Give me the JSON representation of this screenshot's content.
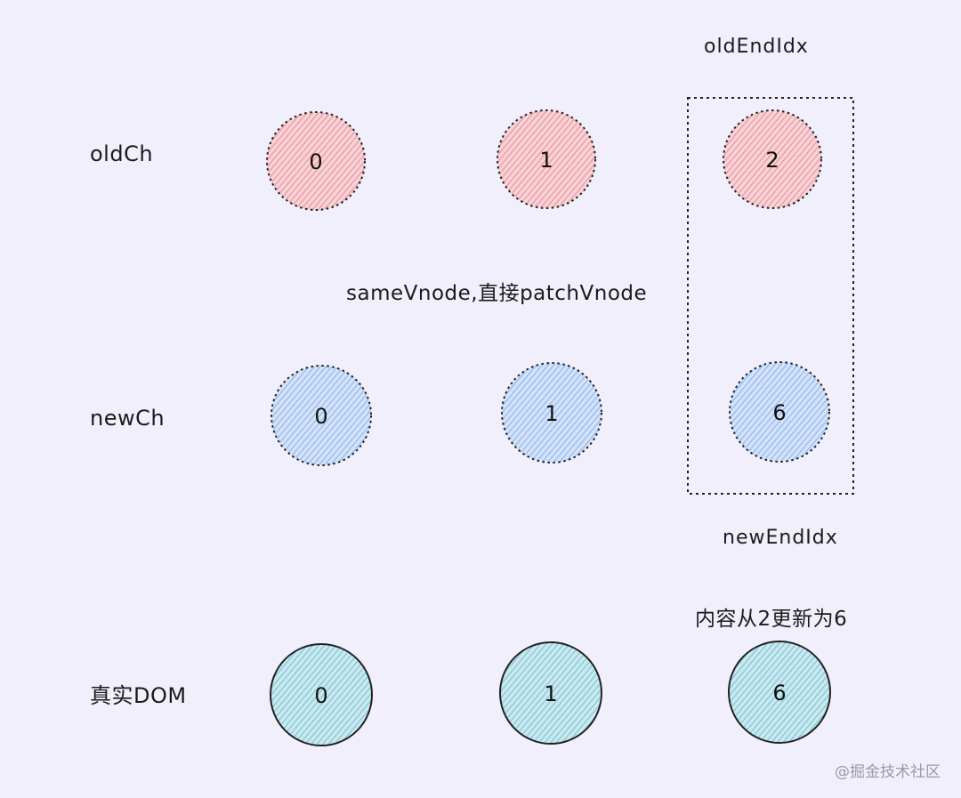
{
  "rows": [
    {
      "label": "oldCh",
      "nodes": [
        "0",
        "1",
        "2"
      ]
    },
    {
      "label": "newCh",
      "nodes": [
        "0",
        "1",
        "6"
      ]
    },
    {
      "label": "真实DOM",
      "nodes": [
        "0",
        "1",
        "6"
      ]
    }
  ],
  "pointers": {
    "old_end": "oldEndIdx",
    "new_end": "newEndIdx"
  },
  "annotations": {
    "same_vnode": "sameVnode,直接patchVnode",
    "update": "内容从2更新为6"
  },
  "watermark": "@掘金技术社区",
  "colors": {
    "background": "#f1effb",
    "old": "#ec8e96",
    "new": "#8db4ec",
    "dom": "#76c3d6"
  }
}
